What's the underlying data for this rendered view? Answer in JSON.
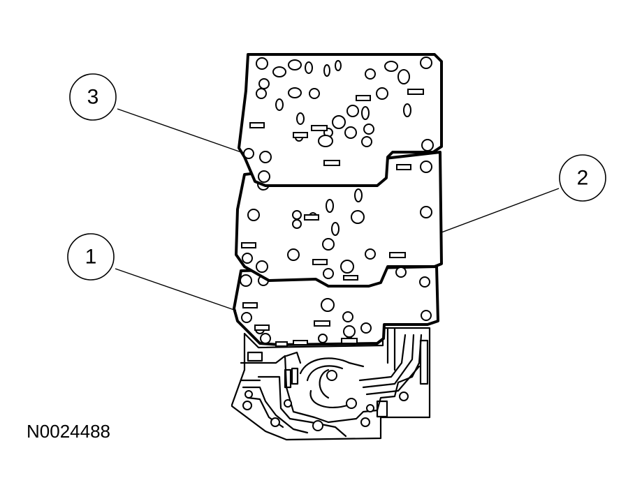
{
  "figure": {
    "id_label": "N0024488",
    "callouts": [
      {
        "number": "3"
      },
      {
        "number": "2"
      },
      {
        "number": "1"
      }
    ]
  }
}
